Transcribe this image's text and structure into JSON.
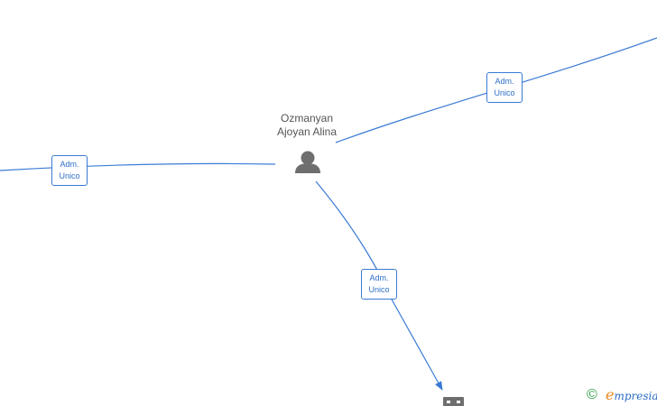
{
  "person": {
    "name_line1": "Ozmanyan",
    "name_line2": "Ajoyan Alina",
    "icon": "person-icon"
  },
  "edges": [
    {
      "id": "edge-left",
      "role_line1": "Adm.",
      "role_line2": "Unico"
    },
    {
      "id": "edge-upper-right",
      "role_line1": "Adm.",
      "role_line2": "Unico"
    },
    {
      "id": "edge-down",
      "role_line1": "Adm.",
      "role_line2": "Unico"
    }
  ],
  "company_node": {
    "icon": "building-icon"
  },
  "watermark": {
    "copyright_symbol": "©",
    "brand_first": "e",
    "brand_rest": "mpresia"
  },
  "colors": {
    "edge": "#3a7bd5",
    "label_text": "#2f6fc8",
    "person_icon": "#6e6e6e",
    "name_text": "#555555",
    "brand_e": "#e8891c",
    "brand_text": "#2a6cc2",
    "copyright": "#2e9e48"
  }
}
